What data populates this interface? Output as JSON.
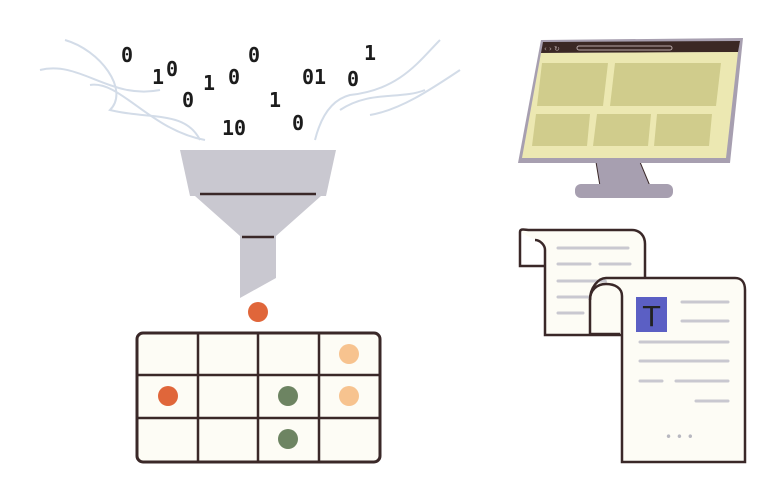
{
  "binary_digits": [
    "0",
    "1",
    "0",
    "0",
    "1",
    "0",
    "0",
    "1",
    "10",
    "0",
    "01",
    "0",
    "1"
  ],
  "document": {
    "title_letter": "T",
    "ellipsis": "• • •"
  },
  "colors": {
    "funnel": "#c9c8d0",
    "outline": "#3a2828",
    "dot_orange": "#e0663a",
    "dot_peach": "#f7c38f",
    "dot_green": "#6d8462",
    "monitor_frame": "#a79fb0",
    "screen_bg": "#ece8b2",
    "screen_panel": "#d0cc8c",
    "doc_badge": "#5b5fc4",
    "wave": "#d3dce8"
  }
}
